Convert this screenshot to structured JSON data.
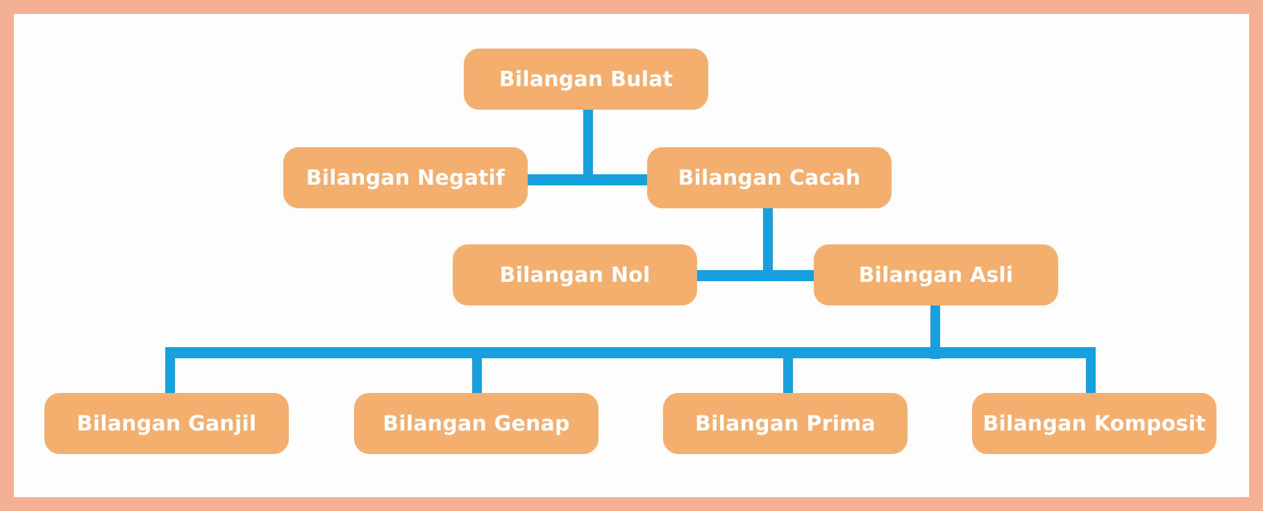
{
  "diagram": {
    "type": "hierarchy-tree",
    "title": "Bilangan Bulat classification tree",
    "colors": {
      "node_fill": "#f4ae6e",
      "node_text": "#ffffff",
      "connector": "#189fdd",
      "frame_border": "#f3b094",
      "background": "#ffffff"
    },
    "nodes": [
      {
        "id": "bulat",
        "label": "Bilangan Bulat",
        "level": 1
      },
      {
        "id": "negatif",
        "label": "Bilangan Negatif",
        "level": 2
      },
      {
        "id": "cacah",
        "label": "Bilangan Cacah",
        "level": 2
      },
      {
        "id": "nol",
        "label": "Bilangan Nol",
        "level": 3
      },
      {
        "id": "asli",
        "label": "Bilangan Asli",
        "level": 3
      },
      {
        "id": "ganjil",
        "label": "Bilangan Ganjil",
        "level": 4
      },
      {
        "id": "genap",
        "label": "Bilangan Genap",
        "level": 4
      },
      {
        "id": "prima",
        "label": "Bilangan Prima",
        "level": 4
      },
      {
        "id": "komposit",
        "label": "Bilangan Komposit",
        "level": 4
      }
    ],
    "edges": [
      {
        "from": "bulat",
        "to": "negatif"
      },
      {
        "from": "bulat",
        "to": "cacah"
      },
      {
        "from": "cacah",
        "to": "nol"
      },
      {
        "from": "cacah",
        "to": "asli"
      },
      {
        "from": "asli",
        "to": "ganjil"
      },
      {
        "from": "asli",
        "to": "genap"
      },
      {
        "from": "asli",
        "to": "prima"
      },
      {
        "from": "asli",
        "to": "komposit"
      }
    ]
  }
}
